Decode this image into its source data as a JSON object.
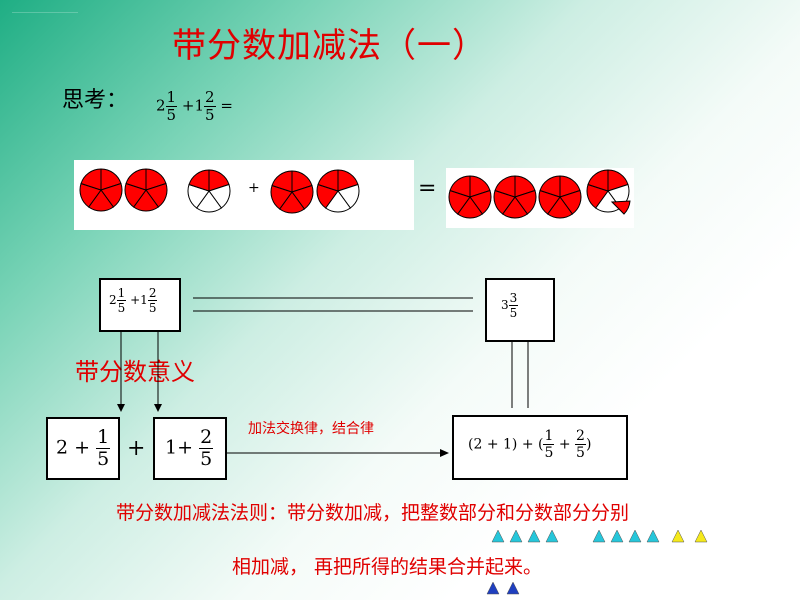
{
  "header": {
    "tiny_text": "……………………………"
  },
  "title": "带分数加减法（一）",
  "think": {
    "label": "思考：",
    "expr": {
      "w1": "2",
      "n1": "1",
      "d1": "5",
      "op": "+",
      "w2": "1",
      "n2": "2",
      "d2": "5",
      "eq": "="
    }
  },
  "pictures": {
    "plus": "+",
    "equals": "=",
    "left_circles_filled": [
      5,
      5,
      2
    ],
    "right_circles_filled": [
      5,
      3
    ],
    "result_circles_filled": [
      5,
      5,
      5,
      3
    ],
    "fill_color": "#ff0000"
  },
  "top_left_box": {
    "w1": "2",
    "n1": "1",
    "d1": "5",
    "op": "+",
    "w2": "1",
    "n2": "2",
    "d2": "5"
  },
  "top_right_box": {
    "w": "3",
    "n": "3",
    "d": "5"
  },
  "meaning_label": "带分数意义",
  "box_a": {
    "w": "2",
    "op": "+",
    "n": "1",
    "d": "5"
  },
  "plus_sign": "+",
  "box_b": {
    "w": "1",
    "op": "+",
    "n": "2",
    "d": "5"
  },
  "arrow_label": "加法交换律，结合律",
  "box_c": {
    "left": "(2 + 1) + (",
    "n1": "1",
    "d1": "5",
    "op": "+",
    "n2": "2",
    "d2": "5",
    "right": ")"
  },
  "rule": {
    "line1": "带分数加减法法则：带分数加减，把整数部分和分数部分分别",
    "line2": "相加减，  再把所得的结果合并起来。"
  },
  "colors": {
    "title": "#e00000",
    "triangle_cyan": "#26c6da",
    "triangle_yellow": "#f5e91b",
    "triangle_blue": "#1f3fbf"
  }
}
